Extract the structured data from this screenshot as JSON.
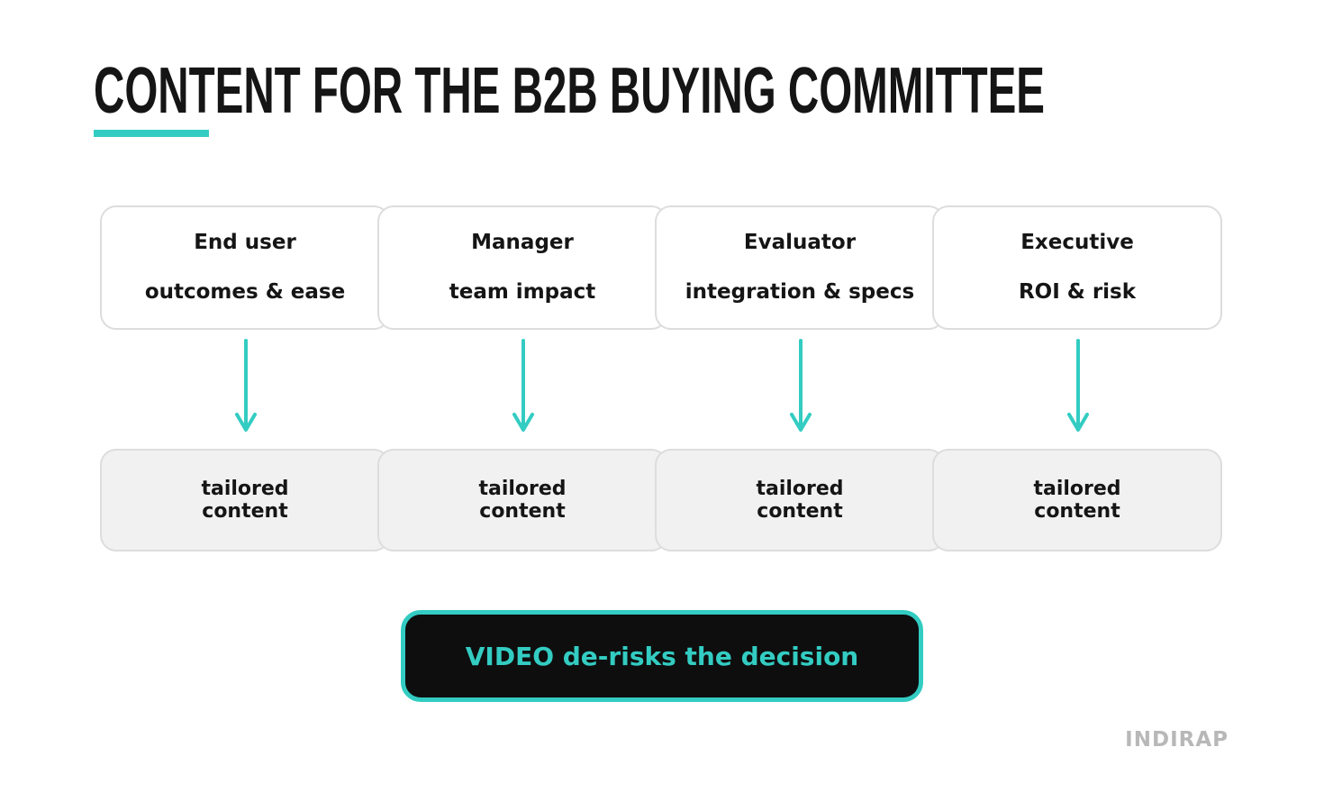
{
  "header": {
    "title": "CONTENT FOR THE B2B BUYING COMMITTEE"
  },
  "roles": [
    {
      "name": "End user",
      "focus": "outcomes & ease",
      "content_label": "tailored content"
    },
    {
      "name": "Manager",
      "focus": "team impact",
      "content_label": "tailored content"
    },
    {
      "name": "Evaluator",
      "focus": "integration & specs",
      "content_label": "tailored content"
    },
    {
      "name": "Executive",
      "focus": "ROI & risk",
      "content_label": "tailored content"
    }
  ],
  "callout": {
    "label": "VIDEO de-risks the decision"
  },
  "brand": {
    "name": "INDIRAP"
  },
  "colors": {
    "accent": "#33ccc2",
    "text": "#151515",
    "box_border": "#dddddd",
    "content_box_fill": "#f1f1f1",
    "callout_fill": "#0e0e0e",
    "brand": "#b8b8b8"
  },
  "icons": {
    "connector": "arrow-down-icon"
  }
}
